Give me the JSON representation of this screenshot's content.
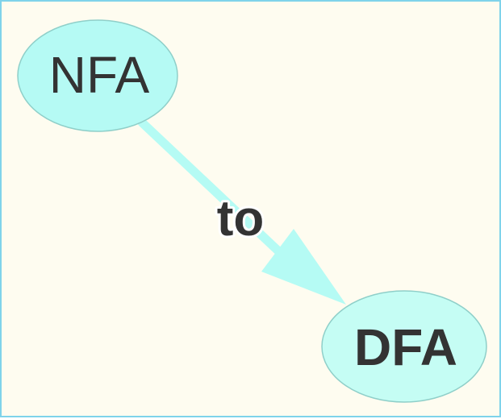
{
  "diagram": {
    "nodes": [
      {
        "id": "nfa",
        "label": "NFA"
      },
      {
        "id": "dfa",
        "label": "DFA"
      }
    ],
    "edges": [
      {
        "from": "nfa",
        "to": "dfa",
        "label": "to"
      }
    ],
    "colors": {
      "background": "#fefcf0",
      "border": "#7fd3ea",
      "node_fill_nfa": "#b5faf4",
      "node_fill_dfa": "#c5fdf4",
      "node_stroke": "#8fcfc9",
      "edge": "#b5fbf4",
      "text": "#333333"
    }
  }
}
